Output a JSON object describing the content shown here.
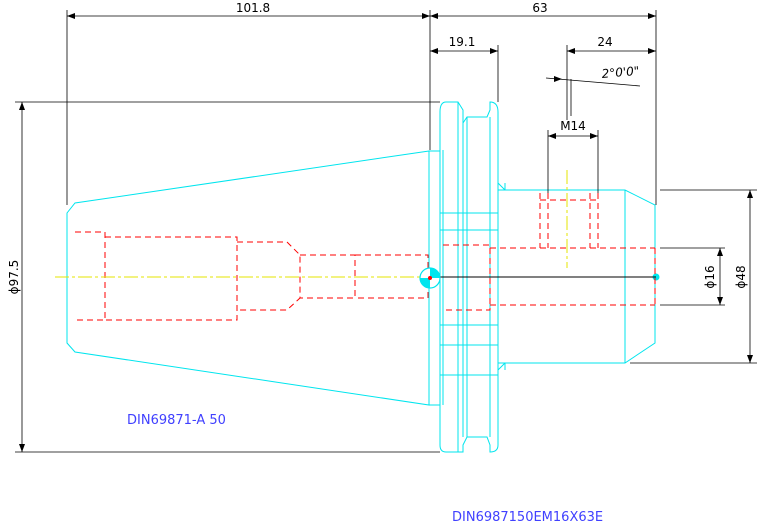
{
  "dimensions": {
    "length_cone": "101.8",
    "length_shank": "63",
    "flange_width": "19.1",
    "end_offset": "24",
    "taper_angle": "2°0'0\"",
    "thread": "M14",
    "diameter_flange": "ϕ97.5",
    "diameter_bore": "ϕ16",
    "diameter_shank": "ϕ48"
  },
  "labels": {
    "spec_left": "DIN69871-A 50",
    "spec_bottom": "DIN6987150EM16X63E"
  },
  "colors": {
    "outline": "#00e5ee",
    "hidden": "#ff0000",
    "center": "#e6e600",
    "dimension": "#000000",
    "text_blue": "#4040ff"
  }
}
